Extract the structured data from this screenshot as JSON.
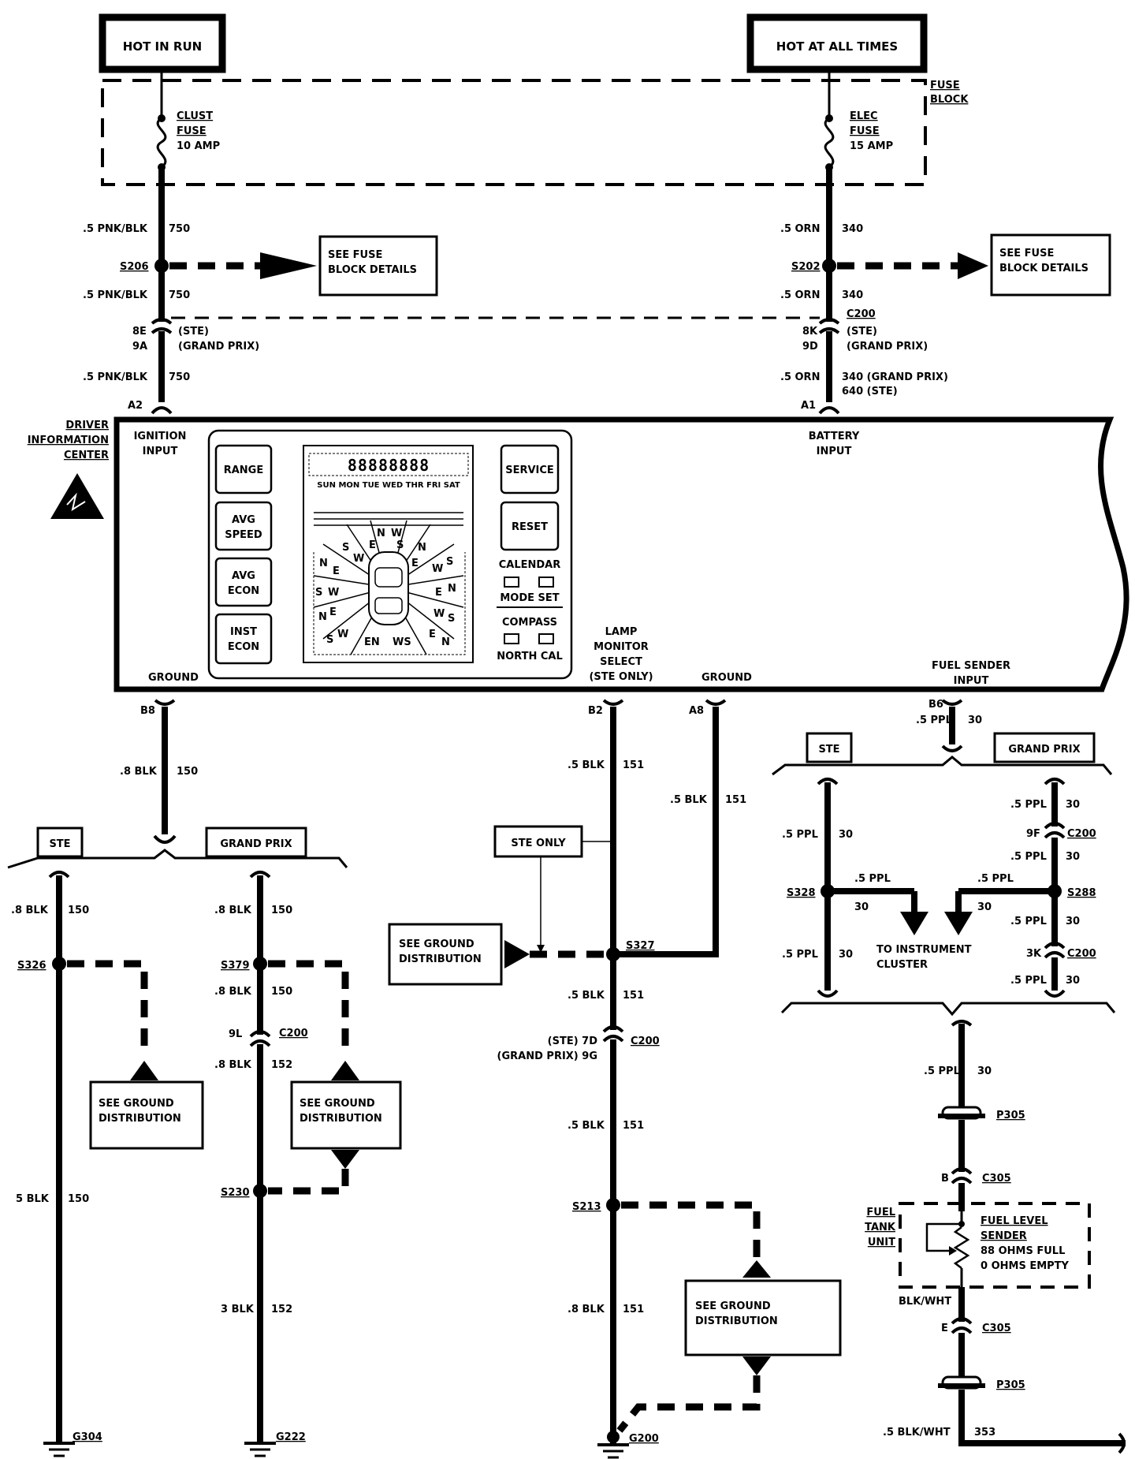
{
  "sources": {
    "hot_in_run": "HOT IN RUN",
    "hot_at_all_times": "HOT AT ALL TIMES"
  },
  "fuse_block": {
    "label_line1": "FUSE",
    "label_line2": "BLOCK",
    "clust_fuse": [
      "CLUST",
      "FUSE",
      "10 AMP"
    ],
    "elec_fuse": [
      "ELEC",
      "FUSE",
      "15 AMP"
    ]
  },
  "left_feed": {
    "wire1": ".5 PNK/BLK",
    "circuit": "750",
    "splice": "S206",
    "see_fuse": [
      "SEE FUSE",
      "BLOCK DETAILS"
    ],
    "conn_pin_ste": "8E",
    "conn_pin_gp": "9A",
    "conn_ste": "(STE)",
    "conn_gp": "(GRAND PRIX)",
    "pin": "A2"
  },
  "right_feed": {
    "wire1": ".5 ORN",
    "circuit": "340",
    "splice": "S202",
    "see_fuse": [
      "SEE FUSE",
      "BLOCK DETAILS"
    ],
    "connector": "C200",
    "conn_pin_ste": "8K",
    "conn_pin_gp": "9D",
    "conn_ste": "(STE)",
    "conn_gp": "(GRAND PRIX)",
    "circuit_gp": "340  (GRAND PRIX)",
    "circuit_ste": "640  (STE)",
    "pin": "A1"
  },
  "dic": {
    "title": [
      "DRIVER",
      "INFORMATION",
      "CENTER"
    ],
    "ignition_input": [
      "IGNITION",
      "INPUT"
    ],
    "battery_input": [
      "BATTERY",
      "INPUT"
    ],
    "buttons_left": [
      [
        "RANGE"
      ],
      [
        "AVG",
        "SPEED"
      ],
      [
        "AVG",
        "ECON"
      ],
      [
        "INST",
        "ECON"
      ]
    ],
    "buttons_right": [
      [
        "SERVICE"
      ],
      [
        "RESET"
      ]
    ],
    "days": "SUN MON TUE WED THR FRI SAT",
    "digits": "88888888",
    "calendar": "CALENDAR",
    "mode_set": "MODE SET",
    "compass": "COMPASS",
    "north_cal": "NORTH CAL",
    "compass_letters": [
      "N",
      "W",
      "S",
      "E",
      "W",
      "S",
      "N",
      "E",
      "W",
      "S",
      "N",
      "E",
      "S",
      "W",
      "E",
      "N",
      "W",
      "S",
      "N",
      "E",
      "S",
      "W",
      "EN",
      "WS",
      "E",
      "N"
    ],
    "ground_label": "GROUND",
    "lamp_monitor": [
      "LAMP",
      "MONITOR",
      "SELECT",
      "(STE ONLY)"
    ],
    "ground2_label": "GROUND",
    "fuel_sender_input": [
      "FUEL SENDER",
      "INPUT"
    ]
  },
  "ground_b8": {
    "pin": "B8",
    "wire": ".8 BLK",
    "circuit": "150",
    "ste": "STE",
    "gp": "GRAND PRIX",
    "ste_branch": {
      "wire": ".8 BLK",
      "circuit": "150",
      "splice": "S326",
      "see_ground": [
        "SEE GROUND",
        "DISTRIBUTION"
      ],
      "wire2": "5 BLK",
      "circuit2": "150",
      "ground": "G304"
    },
    "gp_branch": {
      "wire": ".8 BLK",
      "circuit": "150",
      "splice": "S379",
      "wire_b": ".8 BLK",
      "circuit_b": "150",
      "conn_pin": "9L",
      "connector": "C200",
      "wire_c": ".8 BLK",
      "circuit_c": "152",
      "see_ground": [
        "SEE GROUND",
        "DISTRIBUTION"
      ],
      "splice2": "S230",
      "wire_d": "3 BLK",
      "circuit_d": "152",
      "ground": "G222"
    }
  },
  "ground_b2": {
    "pin_b2": "B2",
    "pin_a8": "A8",
    "wire_b2": ".5 BLK",
    "circuit_b2": "151",
    "wire_a8": ".5 BLK",
    "circuit_a8": "151",
    "ste_only": "STE ONLY",
    "see_ground_left": [
      "SEE GROUND",
      "DISTRIBUTION"
    ],
    "splice": "S327",
    "wire2": ".5 BLK",
    "circuit2": "151",
    "conn_ste": "(STE)  7D",
    "conn_gp": "(GRAND PRIX)  9G",
    "connector": "C200",
    "wire3": ".5 BLK",
    "circuit3": "151",
    "splice2": "S213",
    "see_ground_right": [
      "SEE GROUND",
      "DISTRIBUTION"
    ],
    "wire4": ".8 BLK",
    "circuit4": "151",
    "ground": "G200"
  },
  "fuel": {
    "pin": "B6",
    "wire": ".5 PPL",
    "circuit": "30",
    "ste": "STE",
    "gp": "GRAND PRIX",
    "ste_wire": ".5 PPL",
    "ste_circuit": "30",
    "ste_splice": "S328",
    "ste_wire2": ".5 PPL",
    "ste_circuit2": "30",
    "branch_wire_l": ".5 PPL",
    "branch_circuit_l": "30",
    "branch_wire_r": ".5 PPL",
    "branch_circuit_r": "30",
    "to_cluster": [
      "TO INSTRUMENT",
      "CLUSTER"
    ],
    "gp_wire1": ".5 PPL",
    "gp_circuit1": "30",
    "gp_pin1": "9F",
    "gp_conn1": "C200",
    "gp_wire2": ".5 PPL",
    "gp_circuit2": "30",
    "gp_splice": "S288",
    "gp_wire3": ".5 PPL",
    "gp_circuit3": "30",
    "gp_pin2": "3K",
    "gp_conn2": "C200",
    "gp_wire4": ".5 PPL",
    "gp_circuit4": "30",
    "out_wire": ".5 PPL",
    "out_circuit": "30",
    "p305a": "P305",
    "c305_pin_b": "B",
    "c305a": "C305",
    "tank_unit": [
      "FUEL",
      "TANK",
      "UNIT"
    ],
    "sender": [
      "FUEL LEVEL",
      "SENDER",
      "88 OHMS FULL",
      "0 OHMS EMPTY"
    ],
    "blk_wht": "BLK/WHT",
    "c305_pin_e": "E",
    "c305b": "C305",
    "p305b": "P305",
    "end_wire": ".5 BLK/WHT",
    "end_circuit": "353"
  }
}
